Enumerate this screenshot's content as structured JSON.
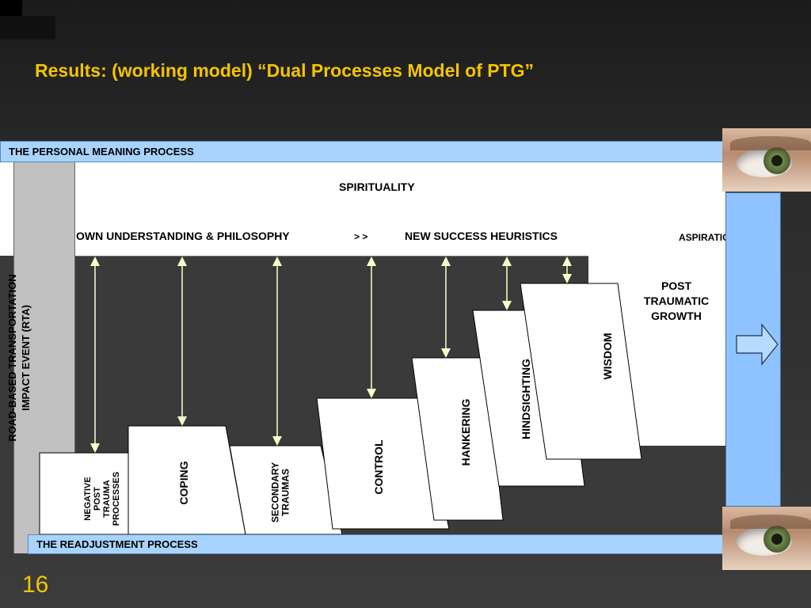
{
  "slide": {
    "title": "Results: (working model) “Dual Processes Model of PTG”",
    "number": "16"
  },
  "diagram": {
    "top_banner": "THE PERSONAL MEANING PROCESS",
    "bottom_banner": "THE READJUSTMENT PROCESS",
    "spirituality": "SPIRITUALITY",
    "philosophy": "OWN UNDERSTANDING & PHILOSOPHY",
    "progression": "> >",
    "heuristics": "NEW SUCCESS HEURISTICS",
    "aspirations": "ASPIRATIONS",
    "rta_line1": "ROAD-BASED TRANSPORTATION",
    "rta_line2": "IMPACT EVENT (RTA)",
    "ptg": [
      "POST",
      "TRAUMATIC",
      "GROWTH"
    ],
    "stages": [
      {
        "name": "negative-post-trauma",
        "lines": [
          "NEGATIVE",
          "POST",
          "TRAUMA",
          "PROCESSES"
        ]
      },
      {
        "name": "coping",
        "lines": [
          "COPING"
        ]
      },
      {
        "name": "secondary-traumas",
        "lines": [
          "SECONDARY",
          "TRAUMAS"
        ]
      },
      {
        "name": "control",
        "lines": [
          "CONTROL"
        ]
      },
      {
        "name": "hankering",
        "lines": [
          "HANKERING"
        ]
      },
      {
        "name": "hindsighting",
        "lines": [
          "HINDSIGHTING"
        ]
      },
      {
        "name": "wisdom",
        "lines": [
          "WISDOM"
        ]
      }
    ]
  },
  "colors": {
    "title": "#f5c400",
    "banner": "#a9d3ff",
    "arrow": "#ffffcc",
    "right_column": "#8ec3ff"
  },
  "images": [
    "eye-photo-top",
    "eye-photo-bottom"
  ]
}
